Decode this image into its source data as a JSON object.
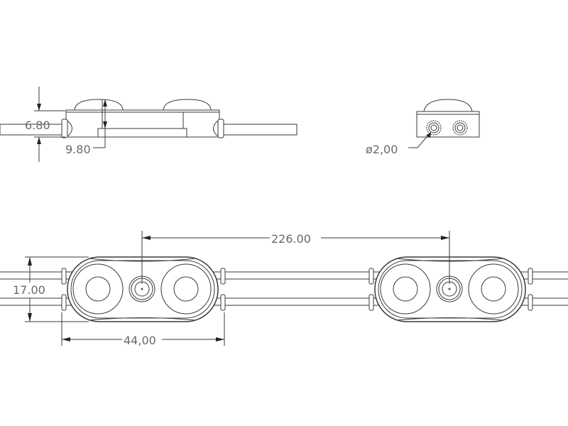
{
  "drawing": {
    "side_view": {
      "height_dim": "6.80",
      "total_height_dim": "9.80"
    },
    "end_view": {
      "hole_dim": "ø2,00"
    },
    "top_view": {
      "pitch_dim": "226.00",
      "width_dim": "17.00",
      "length_dim": "44,00"
    }
  }
}
